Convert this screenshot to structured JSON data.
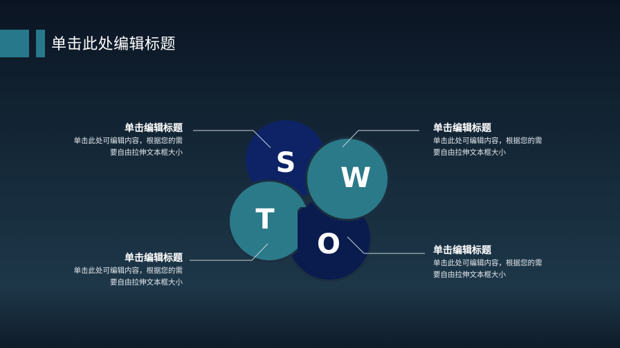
{
  "header": {
    "title": "单击此处编辑标题",
    "accent_color": "#27788a"
  },
  "swot": {
    "colors": {
      "navy": "#0d2366",
      "navy_dark": "#0a1b4e",
      "teal": "#2b7a89",
      "outline": "#1b2f40",
      "connector": "#c8d3dc"
    },
    "quadrants": [
      {
        "letter": "S",
        "title": "单击编辑标题",
        "body_line1": "单击此处可编辑内容，根据您的需",
        "body_line2": "要自由拉伸文本框大小",
        "position": "top-left"
      },
      {
        "letter": "W",
        "title": "单击编辑标题",
        "body_line1": "单击此处可编辑内容，根据您的需",
        "body_line2": "要自由拉伸文本框大小",
        "position": "top-right"
      },
      {
        "letter": "T",
        "title": "单击编辑标题",
        "body_line1": "单击此处可编辑内容，根据您的需",
        "body_line2": "要自由拉伸文本框大小",
        "position": "bottom-left"
      },
      {
        "letter": "O",
        "title": "单击编辑标题",
        "body_line1": "单击此处可编辑内容，根据您的需",
        "body_line2": "要自由拉伸文本框大小",
        "position": "bottom-right"
      }
    ]
  }
}
